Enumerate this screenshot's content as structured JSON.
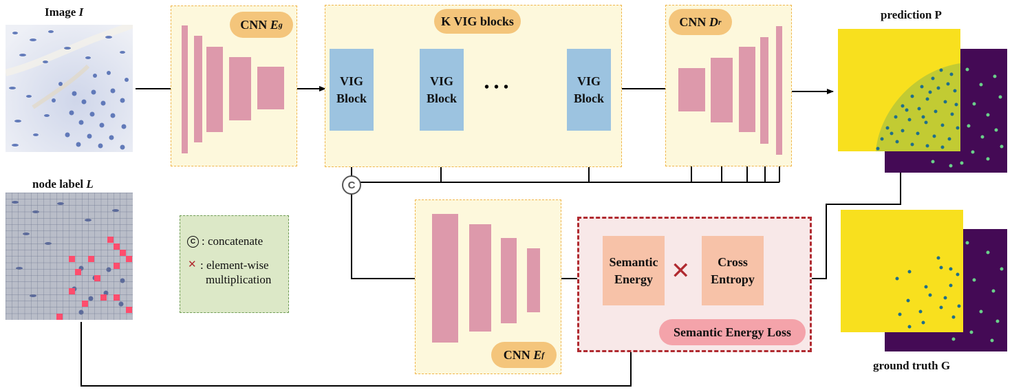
{
  "inputs": {
    "image_title": "Image",
    "image_symbol": "I",
    "node_label_title": "node label",
    "node_label_symbol": "L"
  },
  "encoder_g": {
    "label": "CNN",
    "symbol": "E",
    "subscript": "g"
  },
  "vig": {
    "panel_label": "K VIG blocks",
    "block_line1": "VIG",
    "block_line2": "Block",
    "ellipsis": "• • •"
  },
  "decoder_r": {
    "label": "CNN",
    "symbol": "D",
    "subscript": "r"
  },
  "encoder_f": {
    "label": "CNN",
    "symbol": "E",
    "subscript": "f"
  },
  "outputs": {
    "prediction_title": "prediction P",
    "ground_truth_title": "ground truth G"
  },
  "concat_symbol": "C",
  "loss": {
    "semantic_line1": "Semantic",
    "semantic_line2": "Energy",
    "cross_line1": "Cross",
    "cross_line2": "Entropy",
    "multiply_symbol": "✕",
    "name": "Semantic Energy Loss"
  },
  "legend": {
    "concat_symbol": "C",
    "concat_text": ": concatenate",
    "mult_symbol": "✕",
    "mult_text_line1": ": element-wise",
    "mult_text_line2": "multiplication"
  },
  "colors": {
    "panel_fill": "#fdf8dc",
    "panel_border": "#f0b54a",
    "pink_block": "#dd99ab",
    "vig_block": "#9cc3e0",
    "loss_block": "#f7c2a8",
    "loss_border": "#b02a30",
    "map_yellow": "#f8e01e",
    "map_purple": "#440a55"
  }
}
